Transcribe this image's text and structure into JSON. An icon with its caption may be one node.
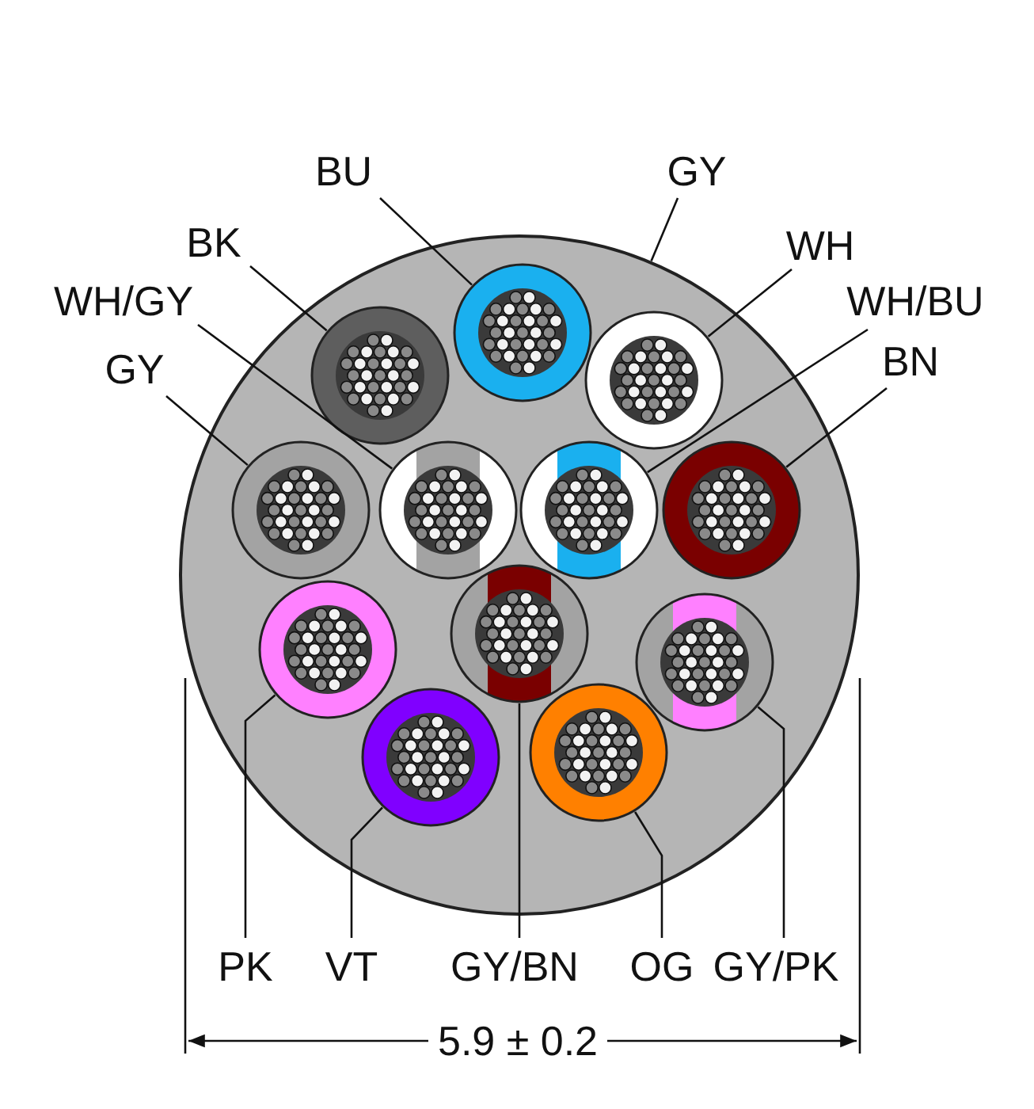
{
  "diagram": {
    "nodes": [
      {
        "text": [],
        "shape": "circle"
      },
      {
        "text": [],
        "shape": "circle",
        "in": 0
      },
      {
        "text": [],
        "shape": "circle",
        "in": 0
      },
      {
        "text": [],
        "shape": "circle",
        "in": 0
      },
      {
        "text": [],
        "shape": "circle",
        "in": 0
      },
      {
        "text": [],
        "shape": "circle",
        "in": 0
      },
      {
        "text": [],
        "shape": "circle",
        "in": 0
      },
      {
        "text": [],
        "shape": "circle",
        "in": 0
      },
      {
        "text": [],
        "shape": "circle",
        "in": 0
      },
      {
        "text": [],
        "shape": "circle",
        "in": 0
      },
      {
        "text": [],
        "shape": "circle",
        "in": 0
      },
      {
        "text": [],
        "shape": "circle",
        "in": 0
      },
      {
        "text": [],
        "shape": "circle",
        "in": 0
      },
      {
        "text": [
          "BU"
        ]
      },
      {
        "text": [
          "GY"
        ]
      },
      {
        "text": [
          "BK"
        ]
      },
      {
        "text": [
          "WH"
        ]
      },
      {
        "text": [
          "WH/GY"
        ]
      },
      {
        "text": [
          "WH/BU"
        ]
      },
      {
        "text": [
          "GY"
        ]
      },
      {
        "text": [
          "BN"
        ]
      },
      {
        "text": [
          "PK"
        ]
      },
      {
        "text": [
          "VT"
        ]
      },
      {
        "text": [
          "GY/BN"
        ]
      },
      {
        "text": [
          "OG"
        ]
      },
      {
        "text": [
          "GY/PK"
        ]
      }
    ],
    "edges": [
      {
        "from": 13,
        "to": 1,
        "arrow": "none"
      },
      {
        "from": 14,
        "to": 0,
        "arrow": "none"
      },
      {
        "from": 15,
        "to": 3,
        "arrow": "none"
      },
      {
        "from": 16,
        "to": 2,
        "arrow": "none"
      },
      {
        "from": 17,
        "to": 5,
        "arrow": "none"
      },
      {
        "from": 18,
        "to": 6,
        "arrow": "none"
      },
      {
        "from": 19,
        "to": 4,
        "arrow": "none"
      },
      {
        "from": 20,
        "to": 7,
        "arrow": "none"
      },
      {
        "from": 21,
        "to": 8,
        "arrow": "none"
      },
      {
        "from": 22,
        "to": 11,
        "arrow": "none"
      },
      {
        "from": 23,
        "to": 9,
        "arrow": "none"
      },
      {
        "from": 24,
        "to": 12,
        "arrow": "none"
      },
      {
        "from": 25,
        "to": 10,
        "arrow": "none"
      }
    ],
    "labels": [
      "5.9 ± 0.2"
    ]
  }
}
